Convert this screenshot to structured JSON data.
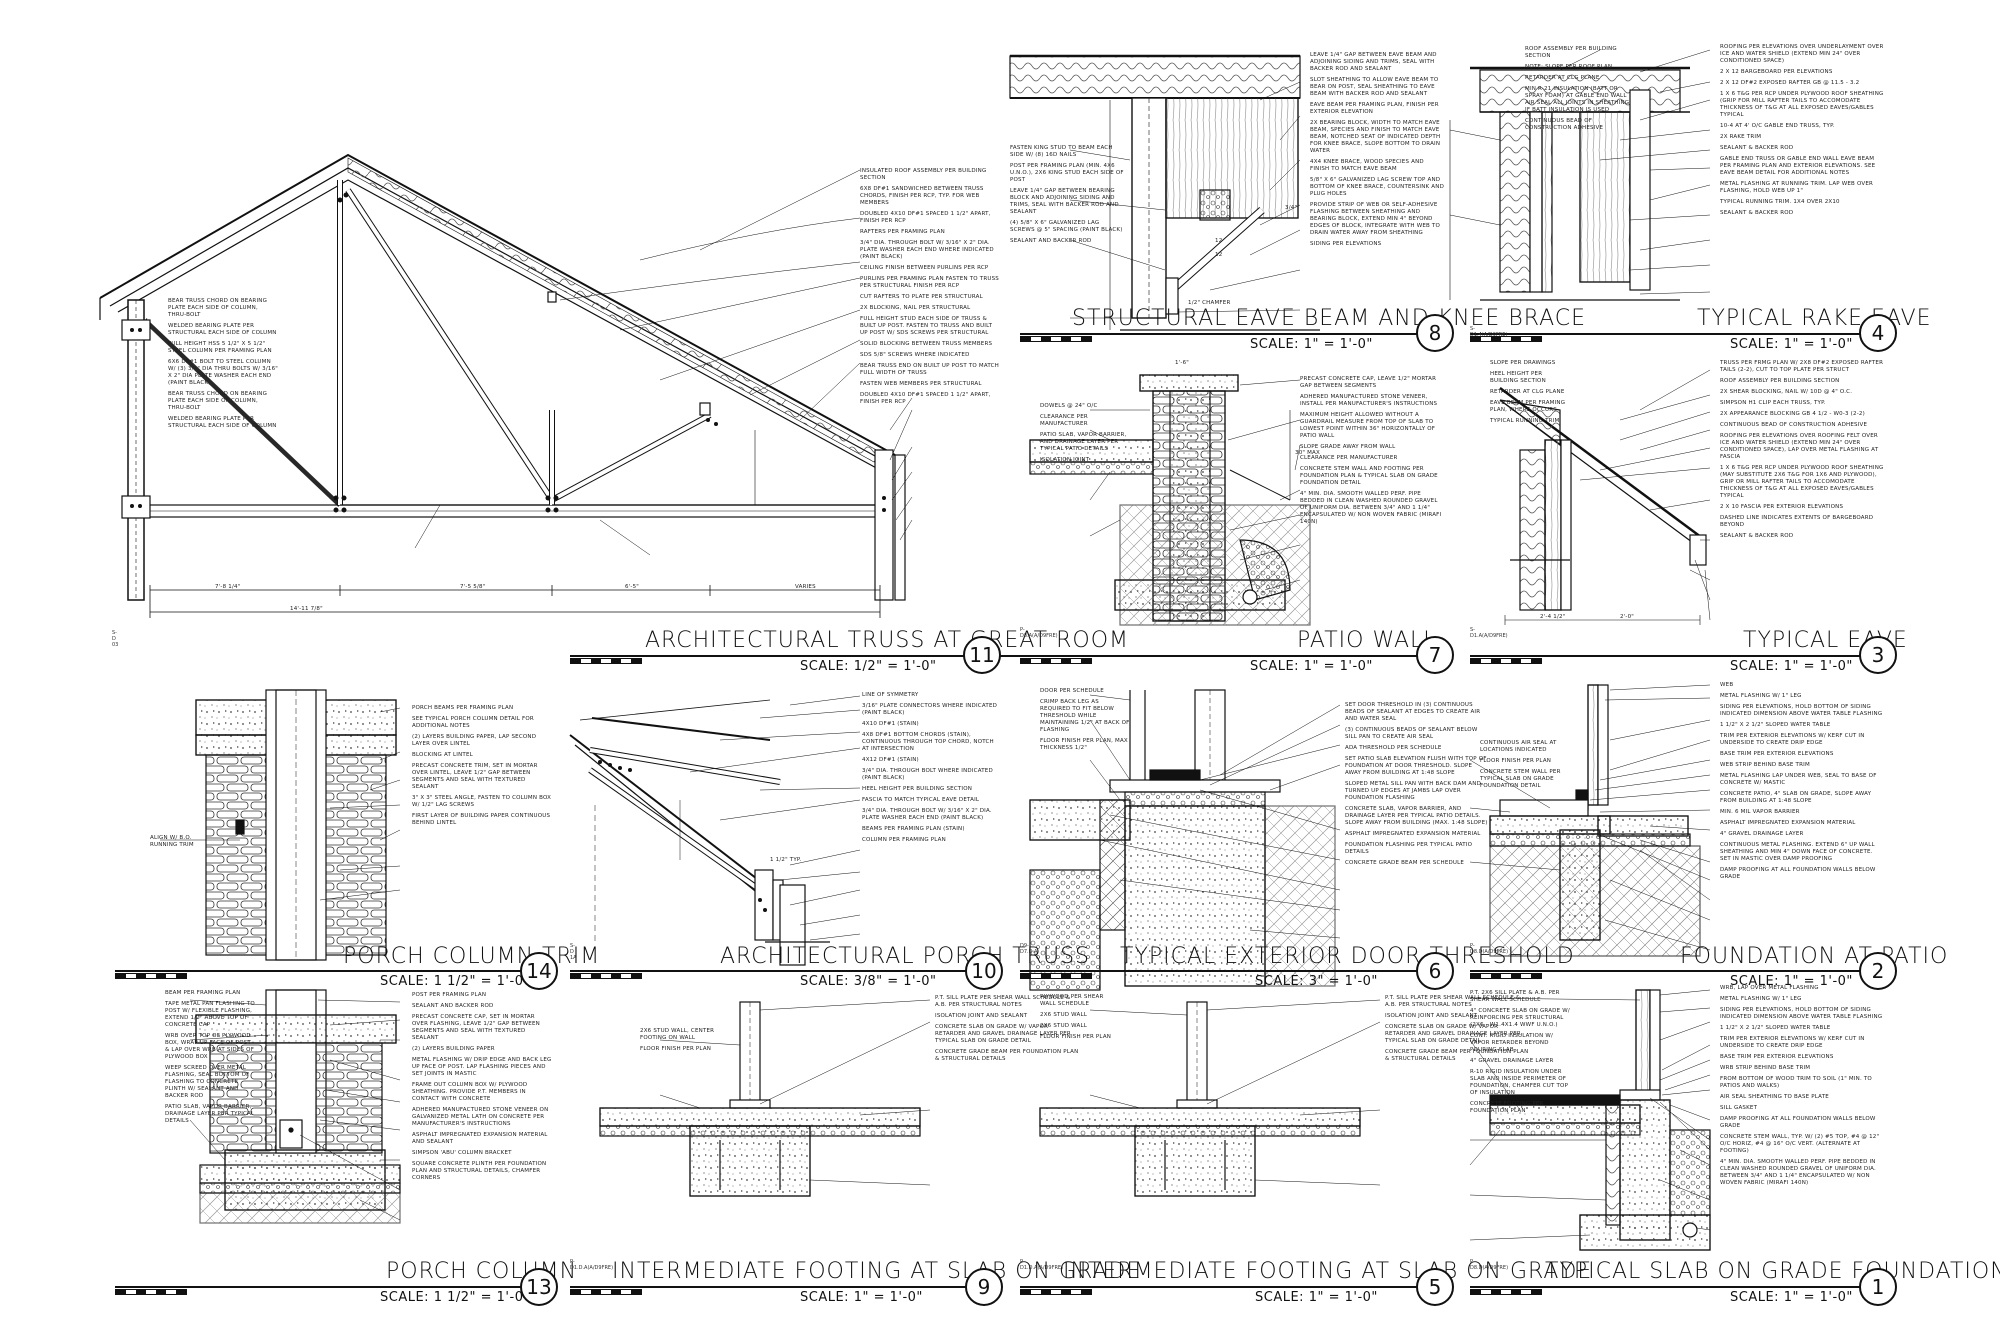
{
  "details": [
    {
      "id": "d11",
      "title": "ARCHITECTURAL TRUSS AT GREAT ROOM",
      "scale": "SCALE: 1/2\" = 1'-0\"",
      "number": "11",
      "notes": [
        "INSULATED ROOF ASSEMBLY PER BUILDING SECTION",
        "6X8 DF#1 SANDWICHED BETWEEN TRUSS CHORDS, FINISH PER RCP, TYP. FOR WEB MEMBERS",
        "DOUBLED 4X10 DF#1 SPACED 1 1/2\" APART, FINISH PER RCP",
        "RAFTERS PER FRAMING PLAN",
        "3/4\" DIA. THROUGH BOLT W/ 3/16\" X 2\" DIA. PLATE WASHER EACH END WHERE INDICATED (PAINT BLACK)",
        "CEILING FINISH BETWEEN PURLINS PER RCP",
        "PURLINS PER FRAMING PLAN FASTEN TO TRUSS PER STRUCTURAL FINISH PER RCP",
        "CUT RAFTERS TO PLATE PER STRUCTURAL",
        "2X BLOCKING, NAIL PER STRUCTURAL",
        "FULL HEIGHT STUD EACH SIDE OF TRUSS & BUILT UP POST. FASTEN TO TRUSS AND BUILT UP POST W/ SDS SCREWS PER STRUCTURAL",
        "SOLID BLOCKING BETWEEN TRUSS MEMBERS",
        "SDS 5/8\" SCREWS WHERE INDICATED",
        "BEAR TRUSS END ON BUILT UP POST TO MATCH FULL WIDTH OF TRUSS",
        "FASTEN WEB MEMBERS PER STRUCTURAL",
        "DOUBLED 4X10 DF#1 SPACED 1 1/2\" APART, FINISH PER RCP"
      ],
      "left_notes": [
        "BEAR TRUSS CHORD ON BEARING PLATE EACH SIDE OF COLUMN, THRU-BOLT",
        "WELDED BEARING PLATE PER STRUCTURAL EACH SIDE OF COLUMN",
        "FULL HEIGHT HSS 5 1/2\" X 5 1/2\" STEEL COLUMN PER FRAMING PLAN",
        "6X6 DF#1 BOLT TO STEEL COLUMN W/ (3) 3/4\" DIA THRU BOLTS W/ 3/16\" X 2\" DIA PLATE WASHER EACH END (PAINT BLACK)",
        "BEAR TRUSS CHORD ON BEARING PLATE EACH SIDE OF COLUMN, THRU-BOLT",
        "WELDED BEARING PLATE PER STRUCTURAL EACH SIDE OF COLUMN"
      ],
      "dims": [
        "7'-8 1/4\"",
        "7'-5 5/8\"",
        "6'-5\"",
        "VARIES",
        "14'-11 7/8\""
      ]
    },
    {
      "id": "d8",
      "title": "STRUCTURAL EAVE BEAM AND KNEE BRACE",
      "scale": "SCALE: 1\" = 1'-0\"",
      "number": "8",
      "notes": [
        "LEAVE 1/4\" GAP BETWEEN EAVE BEAM AND ADJOINING SIDING AND TRIMS, SEAL WITH BACKER ROD AND SEALANT",
        "SLOT SHEATHING TO ALLOW EAVE BEAM TO BEAR ON POST, SEAL SHEATHING TO EAVE BEAM WITH BACKER ROD AND SEALANT",
        "EAVE BEAM PER FRAMING PLAN, FINISH PER EXTERIOR ELEVATION",
        "2X BEARING BLOCK, WIDTH TO MATCH EAVE BEAM, SPECIES AND FINISH TO MATCH EAVE BEAM, NOTCHED SEAT OF INDICATED DEPTH FOR KNEE BRACE, SLOPE BOTTOM TO DRAIN WATER",
        "4X4 KNEE BRACE, WOOD SPECIES AND FINISH TO MATCH EAVE BEAM",
        "5/8\" X 6\" GALVANIZED LAG SCREW TOP AND BOTTOM OF KNEE BRACE, COUNTERSINK AND PLUG HOLES",
        "PROVIDE STRIP OF WEB OR SELF-ADHESIVE FLASHING BETWEEN SHEATHING AND BEARING BLOCK, EXTEND MIN 4\" BEYOND EDGES OF BLOCK, INTEGRATE WITH WEB TO DRAIN WATER AWAY FROM SHEATHING",
        "SIDING PER ELEVATIONS"
      ],
      "left_notes": [
        "FASTEN KING STUD TO BEAM EACH SIDE W/ (8) 16d NAILS",
        "POST PER FRAMING PLAN (MIN. 4X6 U.N.O.), 2X6 KING STUD EACH SIDE OF POST",
        "LEAVE 1/4\" GAP BETWEEN BEARING BLOCK AND ADJOINING SIDING AND TRIMS, SEAL WITH BACKER ROD AND SEALANT",
        "(4) 5/8\" X 6\" GALVANIZED LAG SCREWS @ 5\" SPACING (PAINT BLACK)",
        "SEALANT AND BACKER ROD"
      ],
      "dims": [
        "1/2\" CHAMFER",
        "12",
        "12",
        "3/4\""
      ]
    },
    {
      "id": "d4",
      "title": "TYPICAL RAKE EAVE",
      "scale": "SCALE: 1\" = 1'-0\"",
      "number": "4",
      "notes": [
        "ROOFING PER ELEVATIONS OVER UNDERLAYMENT OVER ICE AND WATER SHIELD (EXTEND MIN 24\" OVER CONDITIONED SPACE)",
        "2 X 12 BARGEBOARD PER ELEVATIONS",
        "2 X 12 DF#2 EXPOSED RAFTER GB @ 11.5 - 3.2",
        "1 X 6 T&G PER RCP UNDER PLYWOOD ROOF SHEATHING (GRIP FOR MILL RAFTER TAILS TO ACCOMODATE THICKNESS OF T&G AT ALL EXPOSED EAVES/GABLES TYPICAL",
        "10-4 AT 4' O/C GABLE END TRUSS, TYP.",
        "2X RAKE TRIM",
        "SEALANT & BACKER ROD",
        "GABLE END TRUSS OR GABLE END WALL EAVE BEAM PER FRAMING PLAN AND EXTERIOR ELEVATIONS. SEE EAVE BEAM DETAIL FOR ADDITIONAL NOTES",
        "METAL FLASHING AT RUNNING TRIM. LAP WEB OVER FLASHING, HOLD WEB UP 1\"",
        "TYPICAL RUNNING TRIM. 1X4 OVER 2X10",
        "SEALANT & BACKER ROD"
      ],
      "left_notes": [
        "ROOF ASSEMBLY PER BUILDING SECTION",
        "NOTE: SLOPE PER ROOF PLAN",
        "RETARDER AT CLG PLANE",
        "MIN R-21 INSULATION (BATT OR SPRAY FOAM) AT GABLE END WALL AIR SEAL ALL JOINTS IN SHEATHING IF BATT INSULATION IS USED",
        "CONTINUOUS BEAD OF CONSTRUCTION ADHESIVE"
      ]
    },
    {
      "id": "d7",
      "title": "PATIO WALL",
      "scale": "SCALE: 1\" = 1'-0\"",
      "number": "7",
      "notes": [
        "PRECAST CONCRETE CAP, LEAVE 1/2\" MORTAR GAP BETWEEN SEGMENTS",
        "ADHERED MANUFACTURED STONE VENEER, INSTALL PER MANUFACTURER'S INSTRUCTIONS",
        "MAXIMUM HEIGHT ALLOWED WITHOUT A GUARDRAIL MEASURE FROM TOP OF SLAB TO LOWEST POINT WITHIN 36\" HORIZONTALLY OF PATIO WALL",
        "SLOPE GRADE AWAY FROM WALL",
        "CLEARANCE PER MANUFACTURER",
        "CONCRETE STEM WALL AND FOOTING PER FOUNDATION PLAN & TYPICAL SLAB ON GRADE FOUNDATION DETAIL",
        "4\" MIN. DIA. SMOOTH WALLED PERF. PIPE BEDDED IN CLEAN WASHED ROUNDED GRAVEL OF UNIFORM DIA. BETWEEN 3/4\" AND 1 1/4\" ENCAPSULATED W/ NON WOVEN FABRIC (MIRAFI 140N)"
      ],
      "left_notes": [
        "DOWELS @ 24\" O/C",
        "CLEARANCE PER MANUFACTURER",
        "PATIO SLAB, VAPOR BARRIER, AND DRAINAGE LAYER PER TYPICAL PATIO DETAILS",
        "ISOLATION JOINT"
      ],
      "dims": [
        "1'-6\"",
        "30\" MAX"
      ]
    },
    {
      "id": "d3",
      "title": "TYPICAL EAVE",
      "scale": "SCALE: 1\" = 1'-0\"",
      "number": "3",
      "notes": [
        "TRUSS PER FRMG PLAN W/ 2X8 DF#2 EXPOSED RAFTER TAILS (2-2), CUT TO TOP PLATE PER STRUCT",
        "ROOF ASSEMBLY PER BUILDING SECTION",
        "2X SHEAR BLOCKING, NAIL W/ 10d @ 4\" O.C.",
        "SIMPSON H1 CLIP EACH TRUSS, TYP.",
        "2X APPEARANCE BLOCKING GB 4 1/2 - W0-3 (2-2)",
        "CONTINUOUS BEAD OF CONSTRUCTION ADHESIVE",
        "ROOFING PER ELEVATIONS OVER ROOFING FELT OVER ICE AND WATER SHIELD (EXTEND MIN 24\" OVER CONDITIONED SPACE), LAP OVER METAL FLASHING AT FASCIA",
        "1 X 6 T&G PER RCP UNDER PLYWOOD ROOF SHEATHING (MAY SUBSTITUTE 2X6 T&G FOR 1X6 AND PLYWOOD), GRIP OR MILL RAFTER TAILS TO ACCOMODATE THICKNESS OF T&G AT ALL EXPOSED EAVES/GABLES TYPICAL",
        "2 X 10 FASCIA PER EXTERIOR ELEVATIONS",
        "DASHED LINE INDICATES EXTENTS OF BARGEBOARD BEYOND",
        "SEALANT & BACKER ROD"
      ],
      "left_notes": [
        "SLOPE PER DRAWINGS",
        "HEEL HEIGHT PER BUILDING SECTION",
        "RETARDER AT CLG PLANE",
        "EAVE BEAM PER FRAMING PLAN, WHERE OCCURS",
        "TYPICAL RUNNING TRIM"
      ],
      "dims": [
        "2'-4 1/2\"",
        "2'-0\""
      ]
    },
    {
      "id": "d14",
      "title": "PORCH COLUMN TRIM",
      "scale": "SCALE: 1 1/2\" = 1'-0\"",
      "number": "14",
      "notes": [
        "PORCH BEAMS PER FRAMING PLAN",
        "SEE TYPICAL PORCH COLUMN DETAIL FOR ADDITIONAL NOTES",
        "(2) LAYERS BUILDING PAPER, LAP SECOND LAYER OVER LINTEL",
        "BLOCKING AT LINTEL",
        "PRECAST CONCRETE TRIM, SET IN MORTAR OVER LINTEL, LEAVE 1/2\" GAP BETWEEN SEGMENTS AND SEAL WITH TEXTURED SEALANT",
        "3\" X 3\" STEEL ANGLE, FASTEN TO COLUMN BOX W/ 1/2\" LAG SCREWS",
        "FIRST LAYER OF BUILDING PAPER CONTINUOUS BEHIND LINTEL"
      ],
      "left_notes": [
        "ALIGN W/ B.O. RUNNING TRIM"
      ]
    },
    {
      "id": "d10",
      "title": "ARCHITECTURAL PORCH TRUSS",
      "scale": "SCALE: 3/8\" = 1'-0\"",
      "number": "10",
      "notes": [
        "LINE OF SYMMETRY",
        "3/16\" PLATE CONNECTORS WHERE INDICATED (PAINT BLACK)",
        "4X10 DF#1 (STAIN)",
        "4X8 DF#1 BOTTOM CHORDS (STAIN), CONTINUOUS THROUGH TOP CHORD, NOTCH AT INTERSECTION",
        "4X12 DF#1 (STAIN)",
        "3/4\" DIA. THROUGH BOLT WHERE INDICATED (PAINT BLACK)",
        "HEEL HEIGHT PER BUILDING SECTION",
        "FASCIA TO MATCH TYPICAL EAVE DETAIL",
        "3/4\" DIA. THROUGH BOLT W/ 3/16\" X 2\" DIA. PLATE WASHER EACH END (PAINT BLACK)",
        "BEAMS PER FRAMING PLAN (STAIN)",
        "COLUMN PER FRAMING PLAN"
      ],
      "dims": [
        "1 1/2\" TYP."
      ]
    },
    {
      "id": "d6",
      "title": "TYPICAL EXTERIOR DOOR THRESHOLD",
      "scale": "SCALE: 3\" = 1'-0\"",
      "number": "6",
      "notes": [
        "SET DOOR THRESHOLD IN (3) CONTINUOUS BEADS OF SEALANT AT EDGES TO CREATE AIR AND WATER SEAL",
        "(3) CONTINUOUS BEADS OF SEALANT BELOW SILL PAN TO CREATE AIR SEAL",
        "ADA THRESHOLD PER SCHEDULE",
        "SET PATIO SLAB ELEVATION FLUSH WITH TOP OF FOUNDATION AT DOOR THRESHOLD. SLOPE AWAY FROM BUILDING AT 1:48 SLOPE",
        "SLOPED METAL SILL PAN WITH BACK DAM AND TURNED UP EDGES AT JAMBS LAP OVER FOUNDATION FLASHING",
        "CONCRETE SLAB, VAPOR BARRIER, AND DRAINAGE LAYER PER TYPICAL PATIO DETAILS. SLOPE AWAY FROM BUILDING (MAX. 1:48 SLOPE)",
        "ASPHALT IMPREGNATED EXPANSION MATERIAL",
        "FOUNDATION FLASHING PER TYPICAL PATIO DETAILS",
        "CONCRETE GRADE BEAM PER SCHEDULE"
      ],
      "left_notes": [
        "DOOR PER SCHEDULE",
        "CRIMP BACK LEG AS REQUIRED TO FIT BELOW THRESHOLD WHILE MAINTAINING 1/2\" AT BACK OF FLASHING",
        "FLOOR FINISH PER PLAN, MAX THICKNESS 1/2\""
      ]
    },
    {
      "id": "d2",
      "title": "FOUNDATION AT PATIO",
      "scale": "SCALE: 1\" = 1'-0\"",
      "number": "2",
      "notes": [
        "WEB",
        "METAL FLASHING W/ 1\" LEG",
        "SIDING PER ELEVATIONS, HOLD BOTTOM OF SIDING INDICATED DIMENSION ABOVE WATER TABLE FLASHING",
        "1 1/2\" X 2 1/2\" SLOPED WATER TABLE",
        "TRIM PER EXTERIOR ELEVATIONS W/ KERF CUT IN UNDERSIDE TO CREATE DRIP EDGE",
        "BASE TRIM PER EXTERIOR ELEVATIONS",
        "WEB STRIP BEHIND BASE TRIM",
        "METAL FLASHING LAP UNDER WEB, SEAL TO BASE OF CONCRETE W/ MASTIC",
        "CONCRETE PATIO, 4\" SLAB ON GRADE, SLOPE AWAY FROM BUILDING AT 1:48 SLOPE",
        "MIN. 6 MIL VAPOR BARRIER",
        "ASPHALT IMPREGNATED EXPANSION MATERIAL",
        "4\" GRAVEL DRAINAGE LAYER",
        "CONTINUOUS METAL FLASHING. EXTEND 6\" UP WALL SHEATHING AND MIN 4\" DOWN FACE OF CONCRETE. SET IN MASTIC OVER DAMP PROOFING",
        "DAMP PROOFING AT ALL FOUNDATION WALLS BELOW GRADE"
      ],
      "left_notes": [
        "CONTINUOUS AIR SEAL AT LOCATIONS INDICATED",
        "FLOOR FINISH PER PLAN",
        "CONCRETE STEM WALL PER TYPICAL SLAB ON GRADE FOUNDATION DETAIL"
      ]
    },
    {
      "id": "d13",
      "title": "PORCH COLUMN",
      "scale": "SCALE: 1 1/2\" = 1'-0\"",
      "number": "13",
      "notes": [
        "POST PER FRAMING PLAN",
        "SEALANT AND BACKER ROD",
        "PRECAST CONCRETE CAP, SET IN MORTAR OVER FLASHING, LEAVE 1/2\" GAP BETWEEN SEGMENTS AND SEAL WITH TEXTURED SEALANT",
        "(2) LAYERS BUILDING PAPER",
        "METAL FLASHING W/ DRIP EDGE AND BACK LEG UP FACE OF POST. LAP FLASHING PIECES AND SET JOINTS IN MASTIC",
        "FRAME OUT COLUMN BOX W/ PLYWOOD SHEATHING. PROVIDE P.T. MEMBERS IN CONTACT WITH CONCRETE",
        "ADHERED MANUFACTURED STONE VENEER ON GALVANIZED METAL LATH ON CONCRETE PER MANUFACTURER'S INSTRUCTIONS",
        "ASPHALT IMPREGNATED EXPANSION MATERIAL AND SEALANT",
        "SIMPSON 'ABU' COLUMN BRACKET",
        "SQUARE CONCRETE PLINTH PER FOUNDATION PLAN AND STRUCTURAL DETAILS, CHAMFER CORNERS"
      ],
      "left_notes": [
        "BEAM PER FRAMING PLAN",
        "TAPE METAL PAN FLASHING TO POST W/ FLEXIBLE FLASHING, EXTEND 1/2\" ABOVE TOP OF CONCRETE CAP",
        "WRB OVER TOP OF PLYWOOD BOX, WRAP UP FACE OF POST & LAP OVER WRB AT SIDES OF PLYWOOD BOX",
        "WEEP SCREED OVER METAL FLASHING, SEAL BOTTOM OF FLASHING TO CONCRETE PLINTH W/ SEALANT AND BACKER ROD",
        "PATIO SLAB, VAPOR BARRIER, DRAINAGE LAYER PER TYPICAL DETAILS"
      ]
    },
    {
      "id": "d9",
      "title": "INTERMEDIATE FOOTING AT SLAB ON GRADE",
      "scale": "SCALE: 1\" = 1'-0\"",
      "number": "9",
      "notes": [
        "P.T. SILL PLATE PER SHEAR WALL SCHEDULE & A.B. PER STRUCTURAL NOTES",
        "ISOLATION JOINT AND SEALANT",
        "CONCRETE SLAB ON GRADE W/ VAPOR RETARDER AND GRAVEL DRAINAGE LAYER PER TYPICAL SLAB ON GRADE DETAIL",
        "CONCRETE GRADE BEAM PER FOUNDATION PLAN & STRUCTURAL DETAILS"
      ],
      "left_notes": [
        "2X6 STUD WALL, CENTER FOOTING ON WALL",
        "FLOOR FINISH PER PLAN"
      ]
    },
    {
      "id": "d5",
      "title": "INTERMEDIATE FOOTING AT SLAB ON GRADE",
      "scale": "SCALE: 1\" = 1'-0\"",
      "number": "5",
      "notes": [
        "P.T. SILL PLATE PER SHEAR WALL SCHEDULE & A.B. PER STRUCTURAL NOTES",
        "ISOLATION JOINT AND SEALANT",
        "CONCRETE SLAB ON GRADE W/ VAPOR RETARDER AND GRAVEL DRAINAGE LAYER PER TYPICAL SLAB ON GRADE DETAIL",
        "CONCRETE GRADE BEAM PER FOUNDATION PLAN & STRUCTURAL DETAILS"
      ],
      "left_notes": [
        "PLYWOOD PER SHEAR WALL SCHEDULE",
        "2X6 STUD WALL",
        "2X6 STUD WALL",
        "FLOOR FINISH PER PLAN"
      ]
    },
    {
      "id": "d1",
      "title": "TYPICAL SLAB ON GRADE FOUNDATION",
      "scale": "SCALE: 1\" = 1'-0\"",
      "number": "1",
      "notes": [
        "WRB, LAP OVER METAL FLASHING",
        "METAL FLASHING W/ 1\" LEG",
        "SIDING PER ELEVATIONS, HOLD BOTTOM OF SIDING INDICATED DIMENSION ABOVE WATER TABLE FLASHING",
        "1 1/2\" X 2 1/2\" SLOPED WATER TABLE",
        "TRIM PER EXTERIOR ELEVATIONS W/ KERF CUT IN UNDERSIDE TO CREATE DRIP EDGE",
        "BASE TRIM PER EXTERIOR ELEVATIONS",
        "WRB STRIP BEHIND BASE TRIM",
        "FROM BOTTOM OF WOOD TRIM TO SOIL (1\" MIN. TO PATIOS AND WALKS)",
        "AIR SEAL SHEATHING TO BASE PLATE",
        "SILL GASKET",
        "DAMP PROOFING AT ALL FOUNDATION WALLS BELOW GRADE",
        "CONCRETE STEM WALL, TYP. W/ (2) #5 TOP, #4 @ 12\" O/C HORIZ, #4 @ 16\" O/C VERT. (ALTERNATE AT FOOTING)",
        "4\" MIN. DIA. SMOOTH WALLED PERF. PIPE BEDDED IN CLEAN WASHED ROUNDED GRAVEL OF UNIFORM DIA. BETWEEN 3/4\" AND 1 1/4\" ENCAPSULATED W/ NON WOVEN FABRIC (MIRAFI 140N)"
      ],
      "left_notes": [
        "P.T. 2X6 SILL PLATE & A.B. PER SHEAR WALL SCHEDULE",
        "4\" CONCRETE SLAB ON GRADE W/ REINFORCING PER STRUCTURAL (2X6 - W1.4X1.4 WWF U.N.O.)",
        "CONT. RIGID INSULATION W/ VAPOR RETARDER BEYOND POURING SLAB",
        "4\" GRAVEL DRAINAGE LAYER",
        "R-10 RIGID INSULATION UNDER SLAB AND INSIDE PERIMETER OF FOUNDATION, CHAMFER CUT TOP OF INSULATION",
        "CONCRETE FOOTING PER FOUNDATION PLAN"
      ]
    }
  ],
  "sheet_refs": {
    "d11": "S-D 03",
    "d8": "S-D2.4(A/D9FRE)",
    "d4": "S-D1.4(A/D9FRE)",
    "d7": "P-D8.A(A/D9FRE)",
    "d3": "S-D1.A(A/D9FRE)",
    "d10": "S-D 1A",
    "d6": "D9-D7.D.A",
    "d2": "P-D8.D(A/D9FRE)",
    "d9": "P-D1.D.A(A/D9FRE)",
    "d5": "P-D1.D.A(A/D9FRE)",
    "d1": "P-D8.D(A/D9FRE)"
  }
}
